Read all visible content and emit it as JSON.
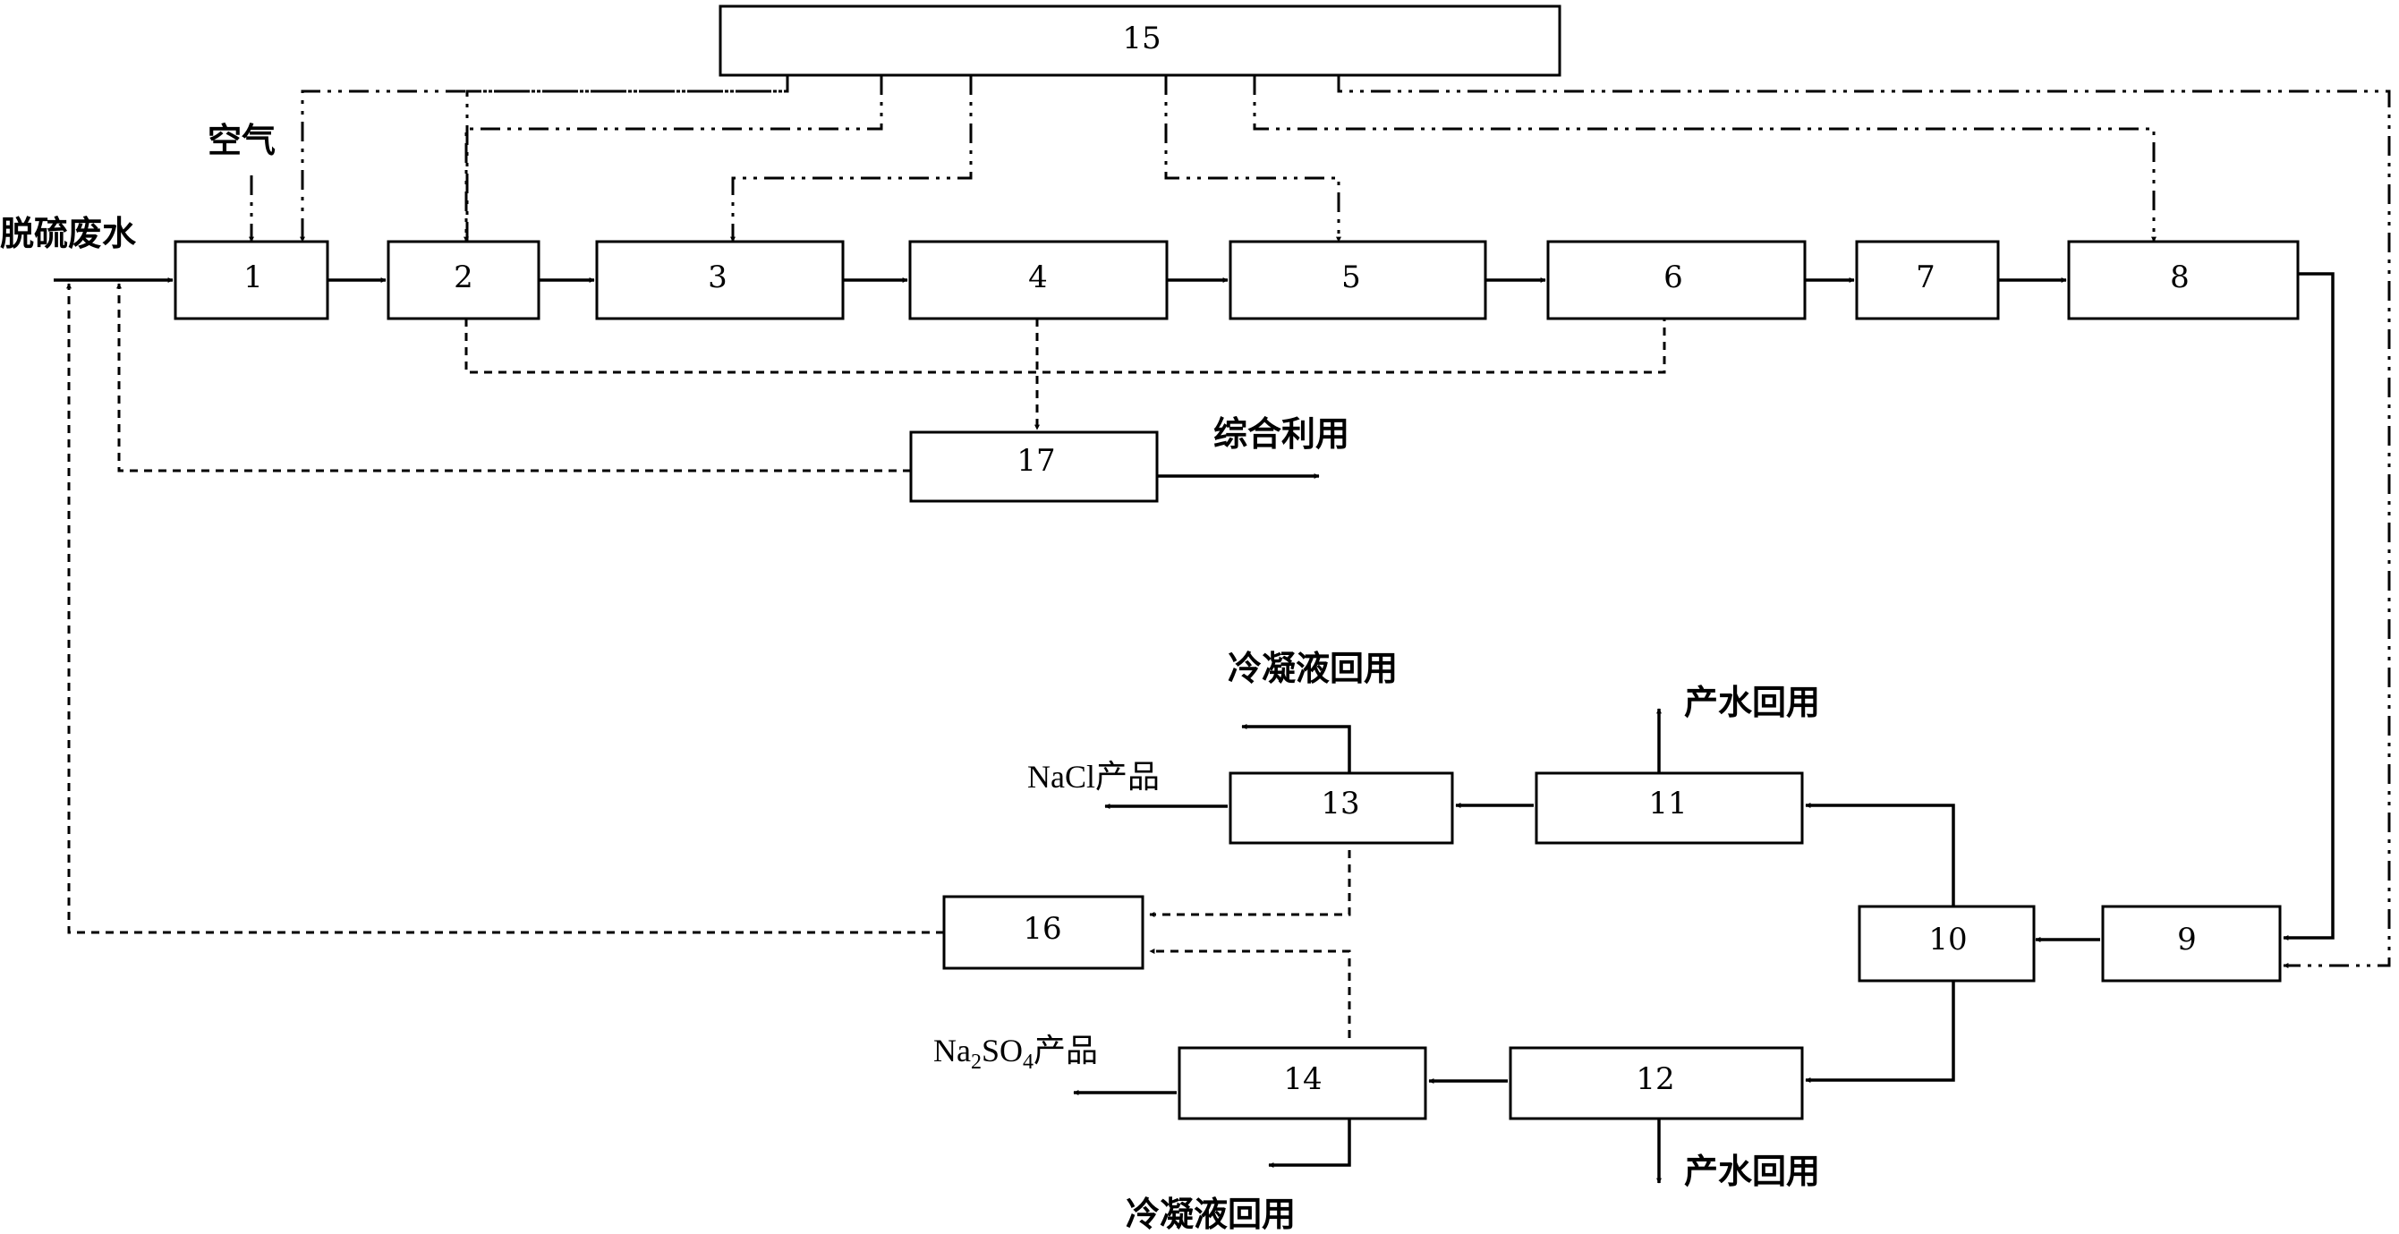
{
  "boxes": {
    "b1": "1",
    "b2": "2",
    "b3": "3",
    "b4": "4",
    "b5": "5",
    "b6": "6",
    "b7": "7",
    "b8": "8",
    "b9": "9",
    "b10": "10",
    "b11": "11",
    "b12": "12",
    "b13": "13",
    "b14": "14",
    "b15": "15",
    "b16": "16",
    "b17": "17"
  },
  "labels": {
    "inlet": "脱硫废水",
    "air": "空气",
    "utilization": "综合利用",
    "condensate_top": "冷凝液回用",
    "condensate_bottom": "冷凝液回用",
    "water_reuse_top": "产水回用",
    "water_reuse_bottom": "产水回用",
    "nacl_product": "NaCl产品",
    "na2so4_na": "Na",
    "na2so4_sub2": "2",
    "na2so4_so": "SO",
    "na2so4_sub4": "4",
    "na2so4_product": "产品"
  }
}
